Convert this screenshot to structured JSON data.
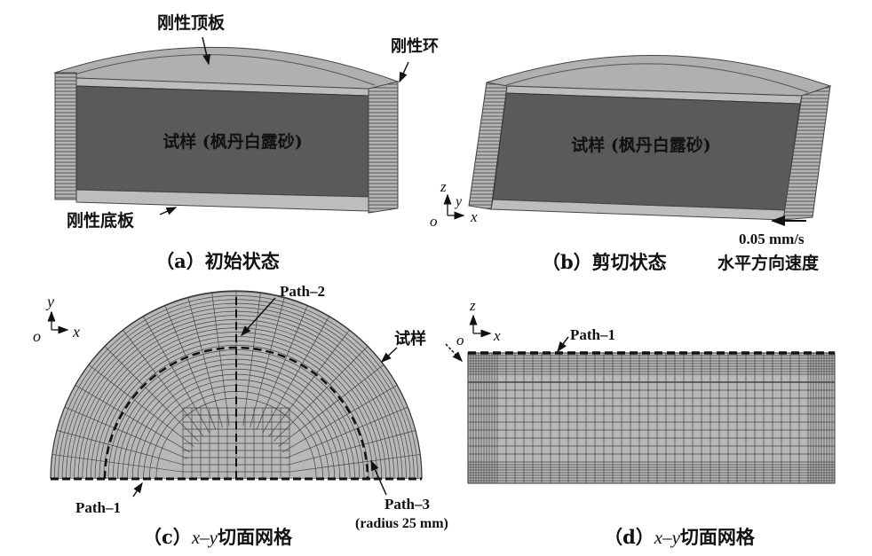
{
  "panel_a": {
    "label_top_plate": "刚性顶板",
    "label_ring": "刚性环",
    "label_specimen": "试样 (枫丹白露砂)",
    "label_bottom_plate": "刚性底板",
    "caption": "（a）初始状态"
  },
  "panel_b": {
    "label_specimen": "试样 (枫丹白露砂)",
    "axis_z": "z",
    "axis_y": "y",
    "axis_o": "o",
    "axis_x": "x",
    "velocity": "0.05 mm/s",
    "caption": "（b）剪切状态",
    "caption_extra": "水平方向速度"
  },
  "panel_c": {
    "axis_y": "y",
    "axis_o": "o",
    "axis_x": "x",
    "path2": "Path–2",
    "specimen": "试样",
    "path1": "Path–1",
    "path3": "Path–3",
    "radius": "(radius 25 mm)",
    "caption_prefix": "（c）",
    "caption_var": "x–y",
    "caption_text": "切面网格"
  },
  "panel_d": {
    "axis_z": "z",
    "axis_o": "o",
    "axis_x": "x",
    "path1": "Path–1",
    "caption_prefix": "（d）",
    "caption_var": "x–y",
    "caption_text": "切面网格"
  },
  "colors": {
    "specimen": "#5a5a5a",
    "plate": "#bdbdbd",
    "mesh_fill": "#b8b8b8",
    "mesh_line": "#444444"
  }
}
